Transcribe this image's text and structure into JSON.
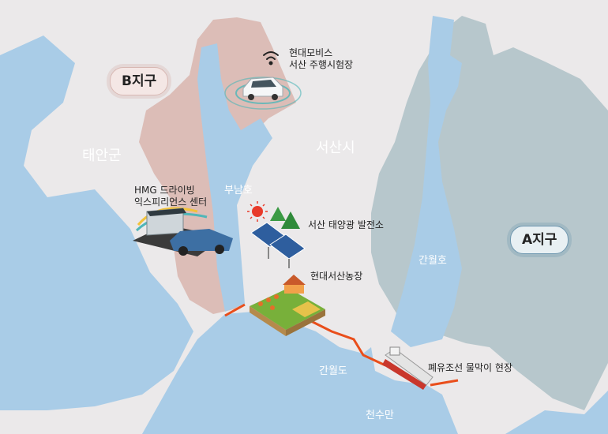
{
  "badges": {
    "b": "B지구",
    "a": "A지구"
  },
  "regions": {
    "taean": "태안군",
    "seosan": "서산시"
  },
  "waters": {
    "bunamho": "부남호",
    "ganwolho": "간월호",
    "ganwoldo": "간월도",
    "cheonsuman": "천수만"
  },
  "sites": {
    "mobis_line1": "현대모비스",
    "mobis_line2": "서산 주행시험장",
    "hmg_line1": "HMG 드라이빙",
    "hmg_line2": "익스피리언스 센터",
    "solar": "서산 태양광 발전소",
    "farm": "현대서산농장",
    "ship": "폐유조선 물막이 현장"
  },
  "colors": {
    "land": "#ebe9ea",
    "water": "#a9cce7",
    "district_b": "#dcbdb7",
    "district_a": "#b7c7cc",
    "route": "#e94e1b"
  }
}
